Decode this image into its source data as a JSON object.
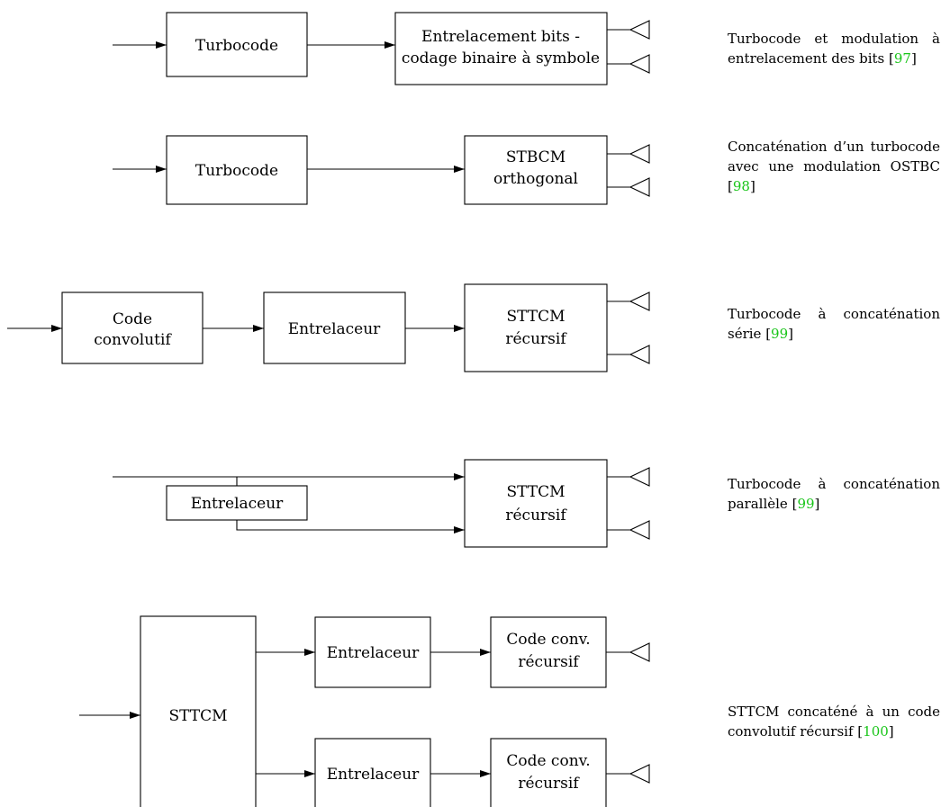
{
  "rows": [
    {
      "boxes": [
        {
          "lines": [
            "Turbocode"
          ]
        },
        {
          "lines": [
            "Entrelacement bits -",
            "codage binaire à symbole"
          ]
        }
      ],
      "caption": {
        "text": "Turbocode et modulation à entrelacement des bits ",
        "ref": "97"
      }
    },
    {
      "boxes": [
        {
          "lines": [
            "Turbocode"
          ]
        },
        {
          "lines": [
            "STBCM",
            "orthogonal"
          ]
        }
      ],
      "caption": {
        "text": "Concaténation d’un turbo­code avec une modulation OSTBC ",
        "ref": "98"
      }
    },
    {
      "boxes": [
        {
          "lines": [
            "Code",
            "convolutif"
          ]
        },
        {
          "lines": [
            "Entrelaceur"
          ]
        },
        {
          "lines": [
            "STTCM",
            "récursif"
          ]
        }
      ],
      "caption": {
        "text": "Turbocode à concaténation série ",
        "ref": "99"
      }
    },
    {
      "boxes": [
        {
          "lines": [
            "Entrelaceur"
          ]
        },
        {
          "lines": [
            "STTCM",
            "récursif"
          ]
        }
      ],
      "caption": {
        "text": "Turbocode à concaténation parallèle ",
        "ref": "99"
      }
    },
    {
      "boxes": [
        {
          "lines": [
            "STTCM"
          ]
        },
        {
          "lines": [
            "Entrelaceur"
          ]
        },
        {
          "lines": [
            "Code conv.",
            "récursif"
          ]
        },
        {
          "lines": [
            "Entrelaceur"
          ]
        },
        {
          "lines": [
            "Code conv.",
            "récursif"
          ]
        }
      ],
      "caption": {
        "text": "STTCM concaténé à un code convolutif récursif ",
        "ref": "100"
      }
    }
  ],
  "colors": {
    "stroke": "#000000",
    "citation": "#19c519"
  }
}
